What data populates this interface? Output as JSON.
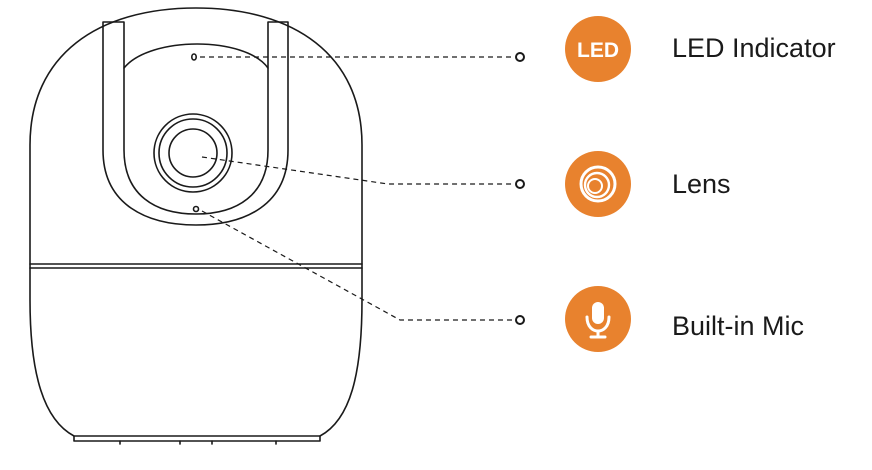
{
  "accent_color": "#e8822e",
  "line_color": "#1a1a1a",
  "callouts": [
    {
      "label": "LED Indicator",
      "icon": "led-icon",
      "icon_text": "LED"
    },
    {
      "label": "Lens",
      "icon": "lens-icon"
    },
    {
      "label": "Built-in Mic",
      "icon": "microphone-icon"
    }
  ]
}
